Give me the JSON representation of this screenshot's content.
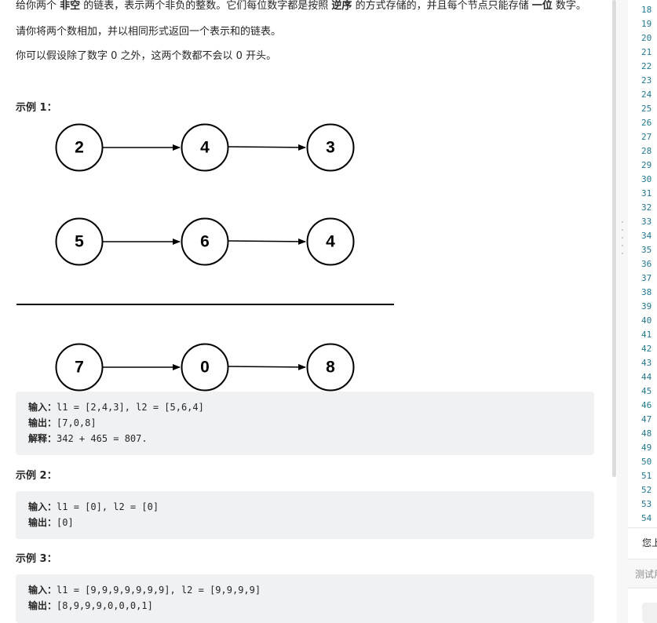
{
  "description": {
    "p1": {
      "t1": "给你两个 ",
      "b1": "非空",
      "t2": " 的链表，表示两个非负的整数。它们每位数字都是按照 ",
      "b2": "逆序",
      "t3": " 的方式存储的，并且每个节点只能存储 ",
      "b3": "一位",
      "t4": " 数字。"
    },
    "p2": "请你将两个数相加，并以相同形式返回一个表示和的链表。",
    "p3": "你可以假设除了数字 0 之外，这两个数都不会以 0 开头。"
  },
  "examples": [
    {
      "title": "示例 1：",
      "input_label": "输入：",
      "input": "l1 = [2,4,3], l2 = [5,6,4]",
      "output_label": "输出：",
      "output": "[7,0,8]",
      "explain_label": "解释：",
      "explain": "342 + 465 = 807."
    },
    {
      "title": "示例 2：",
      "input_label": "输入：",
      "input": "l1 = [0], l2 = [0]",
      "output_label": "输出：",
      "output": "[0]"
    },
    {
      "title": "示例 3：",
      "input_label": "输入：",
      "input": "l1 = [9,9,9,9,9,9,9], l2 = [9,9,9,9]",
      "output_label": "输出：",
      "output": "[8,9,9,9,0,0,0,1]"
    }
  ],
  "diagram": {
    "rows": [
      [
        "2",
        "4",
        "3"
      ],
      [
        "5",
        "6",
        "4"
      ],
      [
        "7",
        "0",
        "8"
      ]
    ]
  },
  "editor": {
    "line_numbers": [
      "18",
      "19",
      "20",
      "21",
      "22",
      "23",
      "24",
      "25",
      "26",
      "27",
      "28",
      "29",
      "30",
      "31",
      "32",
      "33",
      "34",
      "35",
      "36",
      "37",
      "38",
      "39",
      "40",
      "41",
      "42",
      "43",
      "44",
      "45",
      "46",
      "47",
      "48",
      "49",
      "50",
      "51",
      "52",
      "53",
      "54"
    ]
  },
  "console": {
    "message": "您上",
    "tab_label": "测试用"
  },
  "colors": {
    "code_bg": "#f0f1f3",
    "line_number": "#237893",
    "text": "#262626"
  }
}
